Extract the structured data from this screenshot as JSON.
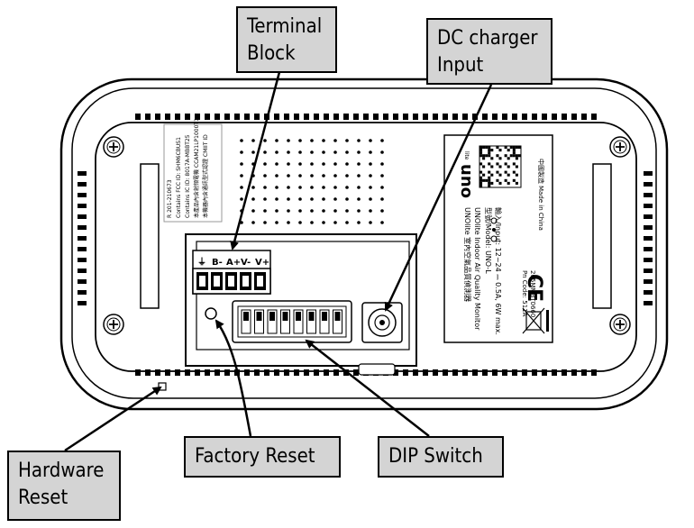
{
  "callouts": {
    "terminal_block": "Terminal\nBlock",
    "dc_charger_input": "DC charger\nInput",
    "factory_reset": "Factory Reset",
    "dip_switch": "DIP Switch",
    "hardware_reset": "Hardware\nReset"
  },
  "terminal_pins": [
    "⏚",
    "B-",
    "A+",
    "V-",
    "V+"
  ],
  "rating_label": {
    "brand": "uno",
    "brand_suffix": "lite",
    "title_cn": "UNOlite 室內空氣品質偵測器",
    "title_en": "UNOlite Indoor Air Quality Monitor",
    "model": "型號/Model: UNO-L",
    "input": "輸入/Input: 12~24 ⎓ 0.5A, 6W max.",
    "pn": "Pn Code: 511A",
    "serial": "205MMBT0660",
    "made_in_cn": "中國製造",
    "made_in_en": "Made in China",
    "ce": "CE"
  },
  "certification_label": {
    "line1": "R 201-210673",
    "line2": "Contains FCC ID: SHM6CBUS1",
    "line3": "Contains IC ID: 8017A-MBBT25",
    "line4": "本產品內含射頻電機 CCAM21LP1000T1",
    "line5": "本機器內含通訊型式認證 CMIIT ID"
  },
  "colors": {
    "callout_fill": "#d4d4d4",
    "outline": "#000000"
  }
}
